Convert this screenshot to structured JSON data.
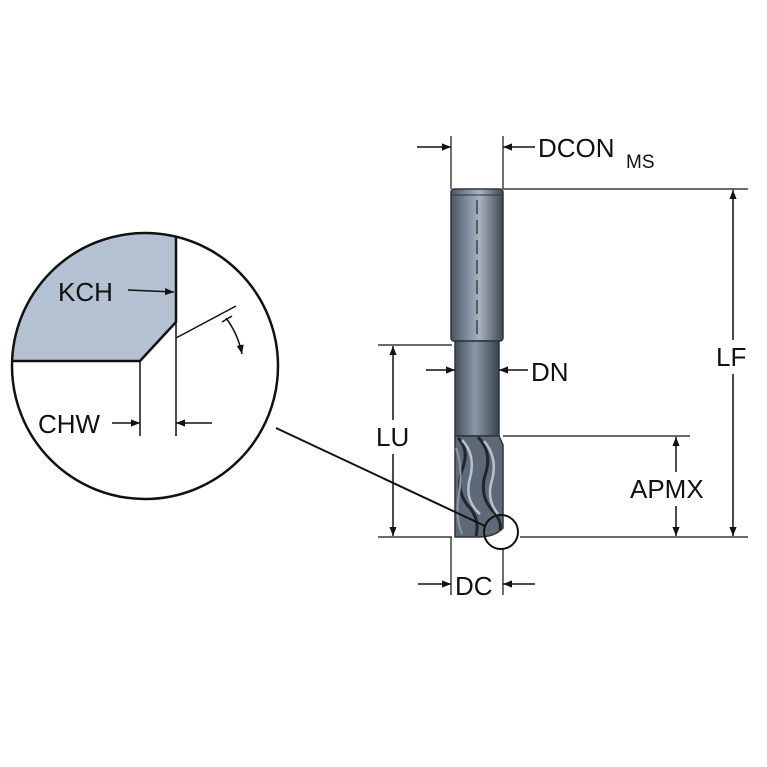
{
  "labels": {
    "dcon": "DCON",
    "dcon_sub": "MS",
    "dn": "DN",
    "lf": "LF",
    "lu": "LU",
    "apmx": "APMX",
    "dc": "DC",
    "kch": "KCH",
    "chw": "CHW"
  },
  "colors": {
    "line": "#111111",
    "tool_dark": "#3f4a57",
    "tool_mid": "#6f7d8c",
    "tool_light": "#aab7c5",
    "chamfer_fill": "#b3c1d2",
    "background": "#ffffff"
  }
}
